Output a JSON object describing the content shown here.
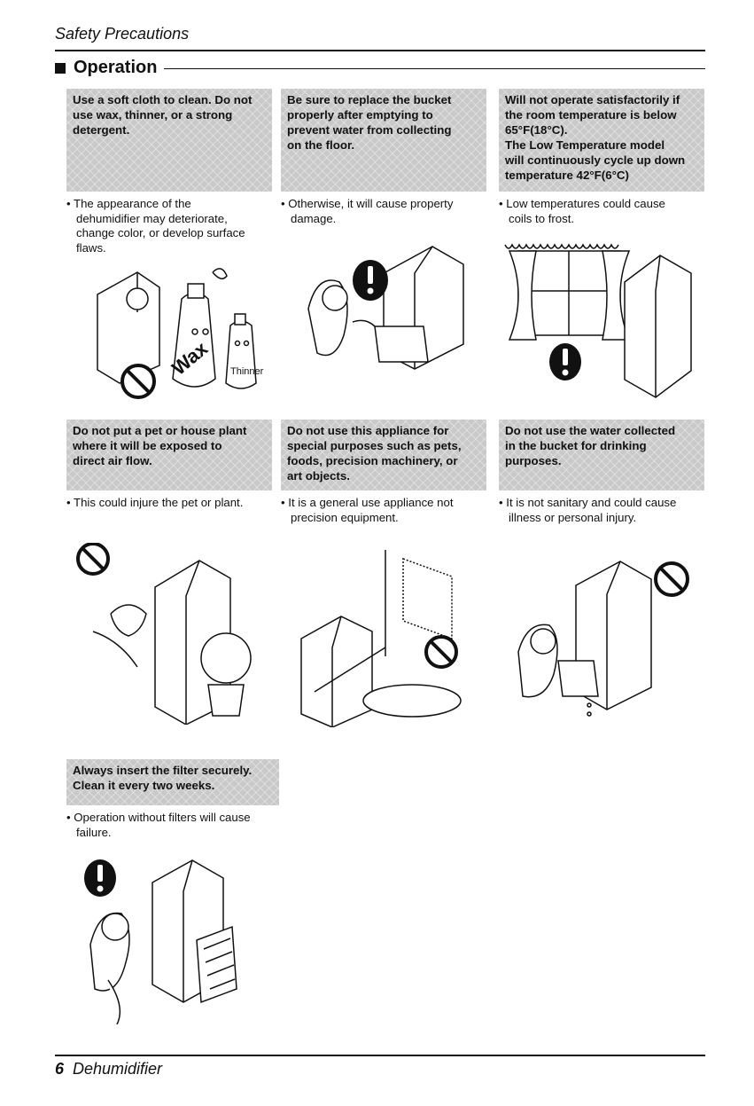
{
  "header": {
    "title": "Safety  Precautions"
  },
  "section": {
    "title": "Operation"
  },
  "cards": [
    {
      "box": [
        "Use a soft cloth to clean. Do not",
        "use wax, thinner, or a strong",
        "detergent."
      ],
      "desc": [
        "The appearance of the",
        "dehumidifier may deteriorate,",
        "change color, or develop surface",
        "flaws."
      ],
      "labels": [
        "Wax",
        "Thinner"
      ]
    },
    {
      "box": [
        "Be sure to replace the bucket",
        "properly after emptying to",
        "prevent water from collecting",
        "on the floor."
      ],
      "desc": [
        "Otherwise, it will cause property",
        "damage."
      ]
    },
    {
      "box": [
        "Will not operate satisfactorily if",
        "the room temperature is below",
        "65°F(18°C).",
        "The Low Temperature model",
        "will continuously cycle up down",
        "temperature 42°F(6°C)"
      ],
      "desc": [
        "Low temperatures could cause",
        "coils to frost."
      ]
    },
    {
      "box": [
        "Do not put a pet or house plant",
        "where it will be exposed to",
        "direct air flow."
      ],
      "desc": [
        "This could injure the pet or plant."
      ]
    },
    {
      "box": [
        "Do not use this appliance for",
        "special purposes such as pets,",
        "foods, precision machinery, or",
        "art objects."
      ],
      "desc": [
        "It is a general use appliance not",
        "precision equipment."
      ]
    },
    {
      "box": [
        "Do not use the water collected",
        "in the bucket for drinking",
        "purposes."
      ],
      "desc": [
        "It is not sanitary and could cause",
        "illness or personal injury."
      ]
    },
    {
      "box": [
        "Always insert the filter securely.",
        "Clean it every two weeks."
      ],
      "desc": [
        "Operation without filters will cause",
        "failure."
      ]
    }
  ],
  "footer": {
    "page": "6",
    "title": "Dehumidifier"
  }
}
